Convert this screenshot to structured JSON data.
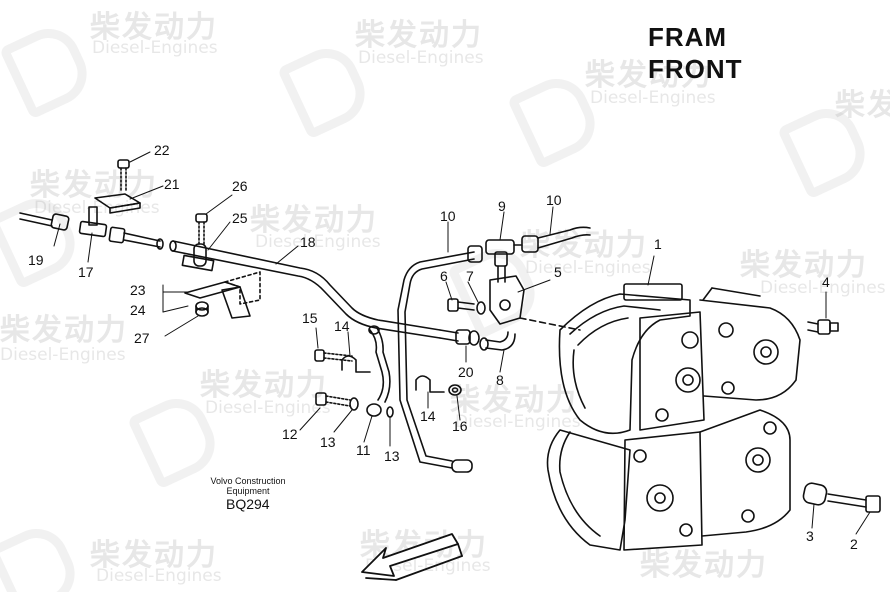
{
  "header": {
    "line1": "FRAM",
    "line2": "FRONT"
  },
  "credit": {
    "line1": "Volvo Construction",
    "line2": "Equipment",
    "code": "BQ294"
  },
  "watermark": {
    "cn": "柴发动力",
    "en": "Diesel-Engines"
  },
  "labels": [
    "1",
    "2",
    "3",
    "4",
    "5",
    "6",
    "7",
    "8",
    "9",
    "10",
    "10",
    "11",
    "12",
    "13",
    "13",
    "14",
    "14",
    "15",
    "16",
    "17",
    "18",
    "19",
    "20",
    "21",
    "22",
    "23",
    "24",
    "25",
    "26",
    "27"
  ],
  "colors": {
    "ink": "#111111",
    "watermark": "#bbbbbb"
  }
}
